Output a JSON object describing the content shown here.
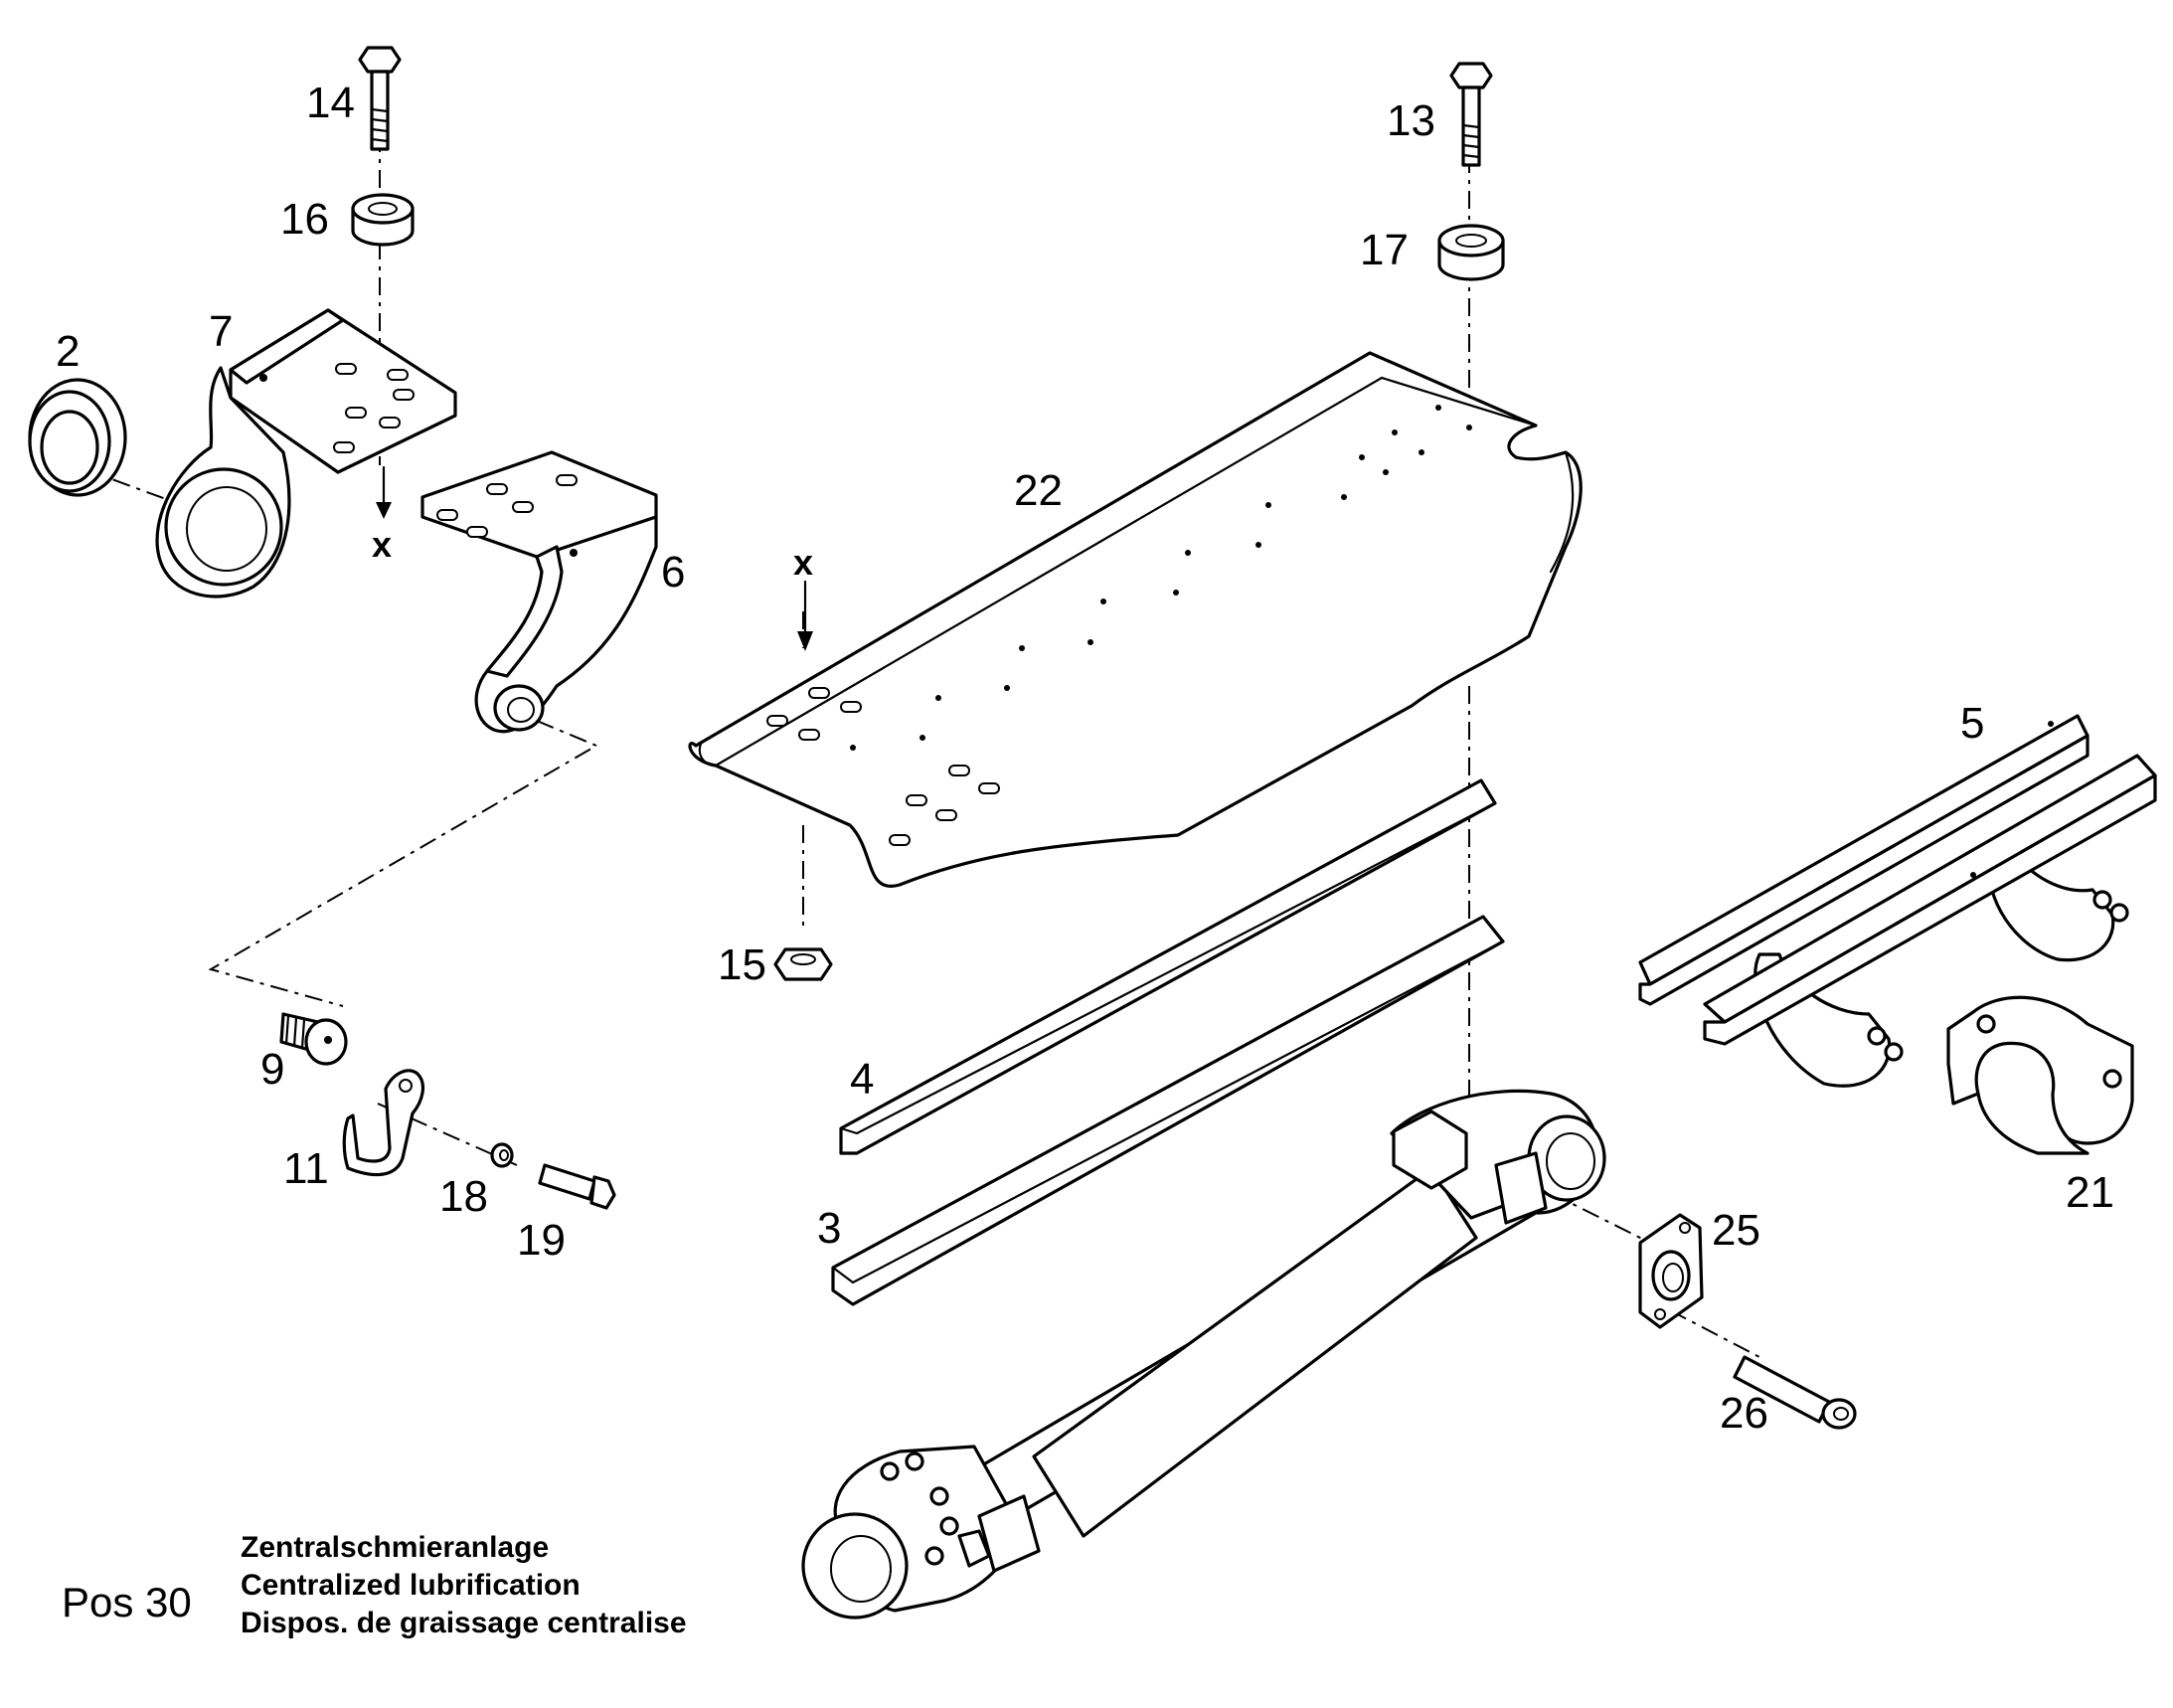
{
  "diagram": {
    "part_numbers": [
      "2",
      "3",
      "4",
      "5",
      "6",
      "7",
      "9",
      "11",
      "13",
      "14",
      "15",
      "16",
      "17",
      "18",
      "19",
      "21",
      "22",
      "25",
      "26"
    ],
    "axis_marker": "x",
    "position": {
      "prefix": "Pos",
      "number": "30"
    },
    "title_lines": [
      "Zentralschmieranlage",
      "Centralized lubrification",
      "Dispos. de graissage centralise"
    ]
  }
}
